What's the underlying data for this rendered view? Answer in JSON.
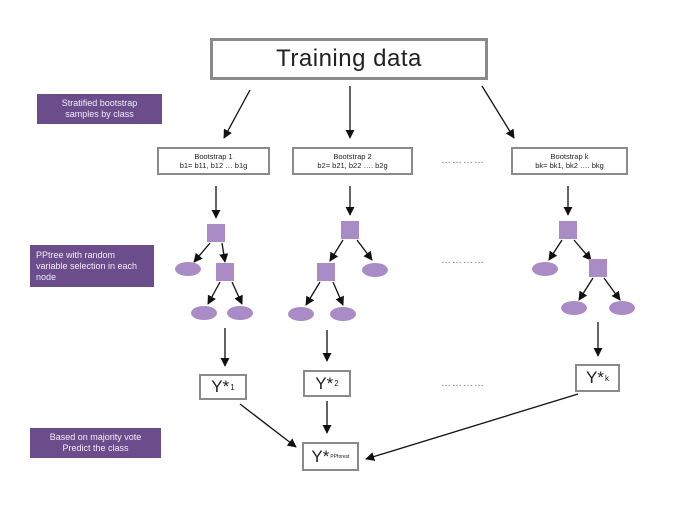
{
  "title": "Training  data",
  "side_labels": {
    "bootstrap": [
      "Stratified bootstrap",
      "samples by class"
    ],
    "pptree": [
      "PPtree with random",
      "variable selection in each",
      "node"
    ],
    "vote": [
      "Based on majority vote",
      "Predict the class"
    ]
  },
  "bootstraps": [
    {
      "name": "Bootstrap 1",
      "formula": "b1= b11, b12 … b1g"
    },
    {
      "name": "Bootstrap 2",
      "formula": "b2= b21, b22 …. b2g"
    },
    {
      "name": "Bootstrap k",
      "formula": "bk= bk1, bk2 …. bkg"
    }
  ],
  "outputs": [
    {
      "base": "Y*",
      "sub": "1"
    },
    {
      "base": "Y*",
      "sub": "2"
    },
    {
      "base": "Y*",
      "sub": "k"
    }
  ],
  "final": {
    "base": "Y*",
    "sub": "PPforest"
  },
  "ellipsis": "…………",
  "colors": {
    "node": "#a98cc6",
    "label_bg": "#6b4d8c",
    "border": "#8a8a8a"
  }
}
